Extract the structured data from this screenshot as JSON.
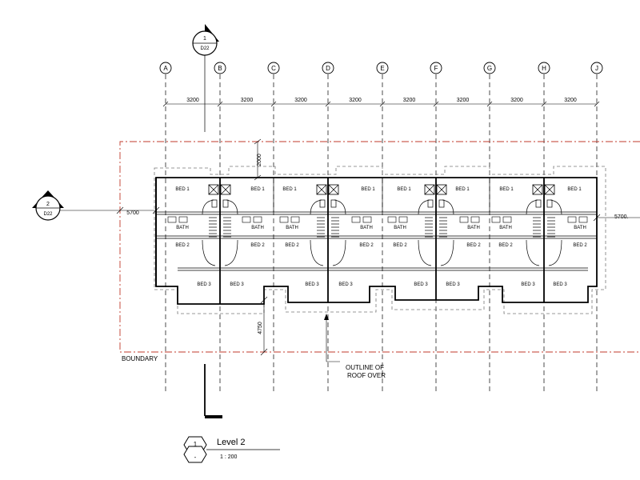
{
  "grid_labels": [
    "A",
    "B",
    "C",
    "D",
    "E",
    "F",
    "G",
    "H",
    "J"
  ],
  "dimension_spacing": "3200",
  "dims": {
    "top_setback": "2000",
    "side_setback_left": "5700",
    "side_setback_right": "5700.",
    "rear_setback": "4750"
  },
  "section_markers": [
    {
      "number": "1",
      "sheet": "D22"
    },
    {
      "number": "2",
      "sheet": "D22"
    }
  ],
  "room_labels": {
    "bed1": "BED 1",
    "bed2": "BED 2",
    "bed3": "BED 3",
    "bath": "BATH"
  },
  "notes": {
    "boundary": "BOUNDARY",
    "roof_outline_line1": "OUTLINE OF",
    "roof_outline_line2": "ROOF OVER"
  },
  "title_block": {
    "number": "1",
    "sub": "-",
    "name": "Level 2",
    "scale": "1 : 200"
  }
}
